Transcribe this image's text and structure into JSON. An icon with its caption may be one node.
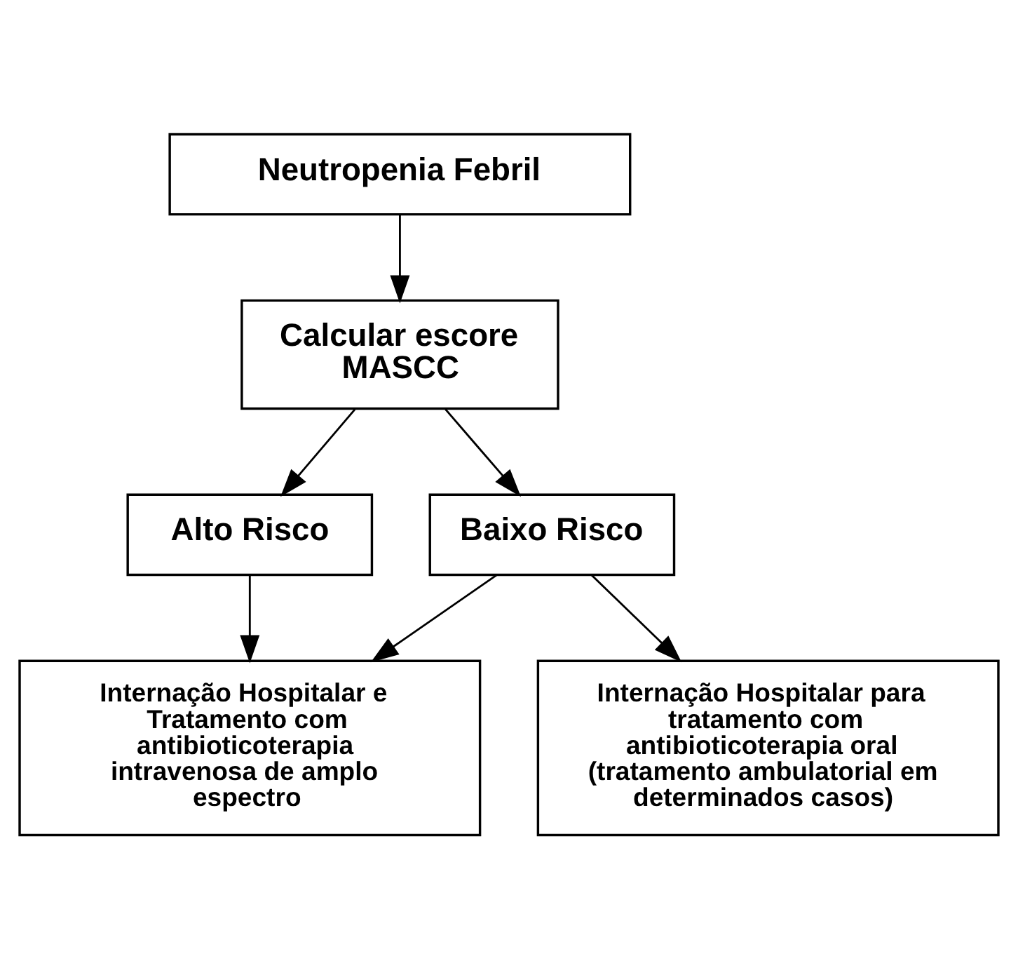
{
  "diagram": {
    "nodes": [
      {
        "text": [
          "Neutropenia Febril"
        ]
      },
      {
        "text": [
          "Calcular escore MASCC"
        ]
      },
      {
        "text": [
          "Alto Risco"
        ]
      },
      {
        "text": [
          "Baixo Risco"
        ]
      },
      {
        "text": [
          "Internação Hospitalar e Tratamento com antibioticoterapia intravenosa de amplo espectro"
        ]
      },
      {
        "text": [
          "Internação Hospitalar para tratamento com antibioticoterapia oral (tratamento ambulatorial em determinados casos)"
        ]
      }
    ],
    "edges": [
      {
        "from": 0,
        "to": 1,
        "arrow": "to"
      },
      {
        "from": 1,
        "to": 2,
        "arrow": "to"
      },
      {
        "from": 1,
        "to": 3,
        "arrow": "to"
      },
      {
        "from": 2,
        "to": 4,
        "arrow": "to"
      },
      {
        "from": 3,
        "to": 4,
        "arrow": "to"
      },
      {
        "from": 3,
        "to": 5,
        "arrow": "to"
      }
    ]
  }
}
